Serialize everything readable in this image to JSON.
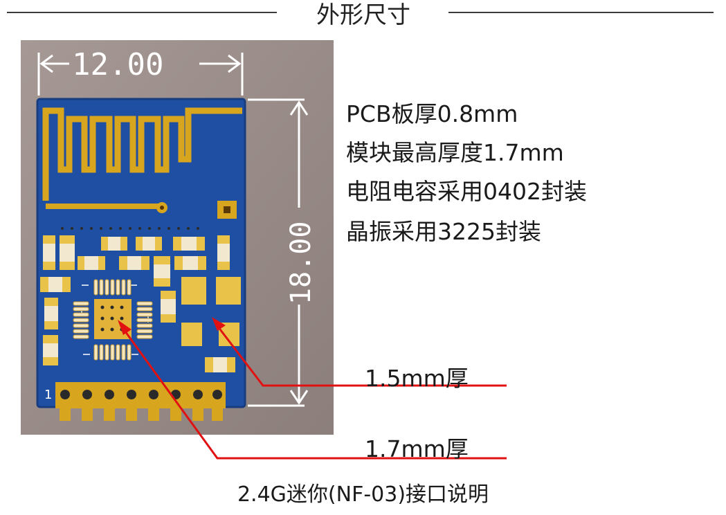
{
  "header": {
    "title": "外形尺寸"
  },
  "dimensions": {
    "width_label": "12.00",
    "height_label": "18.00"
  },
  "specs": [
    "PCB板厚0.8mm",
    "模块最高厚度1.7mm",
    "电阻电容采用0402封装",
    "晶振采用3225封装"
  ],
  "callouts": [
    {
      "label": "1.5mm厚"
    },
    {
      "label": "1.7mm厚"
    }
  ],
  "pin_marker": "1",
  "caption": "2.4G迷你(NF-03)接口说明",
  "colors": {
    "pcb": "#1f4fa3",
    "gold": "#d8a51e",
    "background_panel": "#9a8d88",
    "callout_line": "#e11111"
  }
}
